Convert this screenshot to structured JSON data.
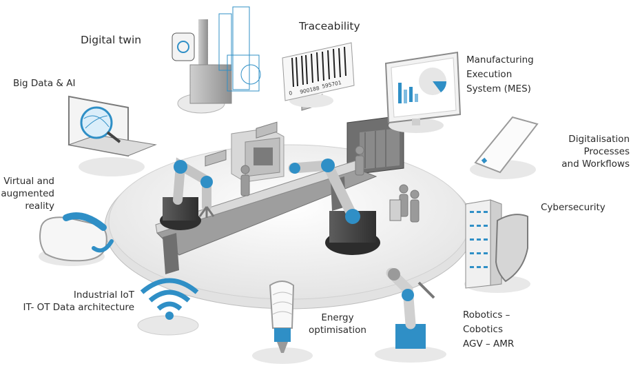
{
  "labels": {
    "digital_twin": "Digital twin",
    "traceability": "Traceability",
    "mes_1": "Manufacturing",
    "mes_2": "Execution",
    "mes_3": "System (MES)",
    "big_data": "Big Data & AI",
    "digitalisation_1": "Digitalisation",
    "digitalisation_2": "Processes",
    "digitalisation_3": "and Workflows",
    "vr_1": "Virtual and",
    "vr_2": "augmented",
    "vr_3": "reality",
    "cybersecurity": "Cybersecurity",
    "iiot_1": "Industrial IoT",
    "iiot_2": "IT- OT Data architecture",
    "energy_1": "Energy",
    "energy_2": "optimisation",
    "robotics_1": "Robotics –",
    "robotics_2": "Cobotics",
    "robotics_3": "AGV – AMR"
  },
  "barcode": {
    "digits_1": "0",
    "digits_2": "900188",
    "digits_3": "595701"
  },
  "colors": {
    "accent": "#2f8fc6",
    "outline": "#9a9a9a",
    "platform": "#eeeeee",
    "machine": "#8c8c8c"
  }
}
